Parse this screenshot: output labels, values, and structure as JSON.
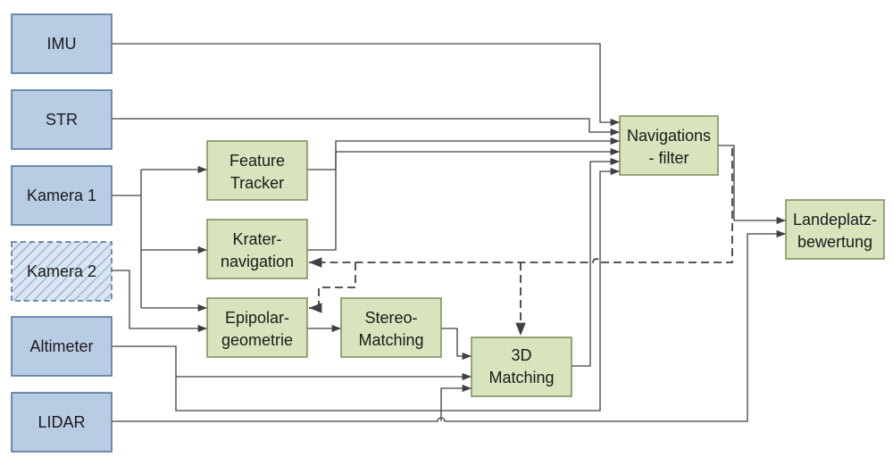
{
  "inputs": {
    "imu": "IMU",
    "str": "STR",
    "kamera1": "Kamera 1",
    "kamera2": "Kamera 2",
    "altimeter": "Altimeter",
    "lidar": "LIDAR"
  },
  "modules": {
    "feature_tracker": [
      "Feature",
      "Tracker"
    ],
    "kraternavigation": [
      "Krater-",
      "navigation"
    ],
    "epipolargeometrie": [
      "Epipolar-",
      "geometrie"
    ],
    "stereo_matching": [
      "Stereo-",
      "Matching"
    ],
    "matching_3d": [
      "3D",
      "Matching"
    ],
    "navigationsfilter": [
      "Navigations",
      "- filter"
    ],
    "landeplatzbewertung": [
      "Landeplatz-",
      "bewertung"
    ]
  },
  "colors": {
    "input_fill": "#b8cce4",
    "input_stroke": "#4a6f96",
    "module_fill": "#d7e4bd",
    "module_stroke": "#7a8c55"
  }
}
